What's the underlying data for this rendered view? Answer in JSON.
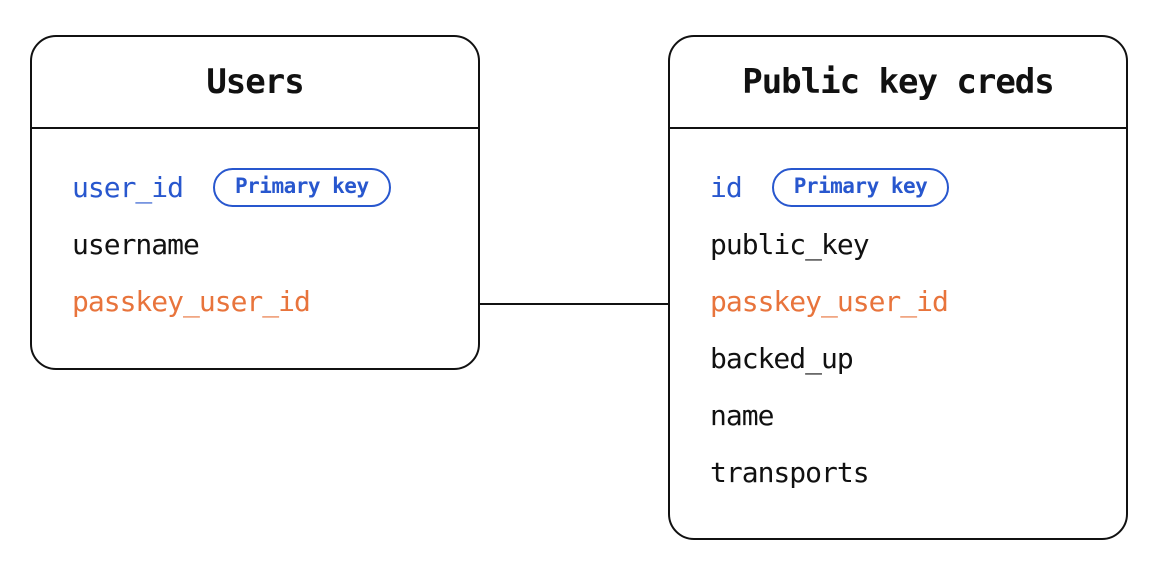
{
  "diagram": {
    "background_color": "#ffffff",
    "stroke_color": "#111111",
    "primary_key_color": "#2857ce",
    "foreign_key_color": "#e8743c",
    "tables": [
      {
        "title": "Users",
        "fields": [
          {
            "name": "user_id",
            "badge": "Primary key",
            "role": "primary-key"
          },
          {
            "name": "username",
            "role": "normal"
          },
          {
            "name": "passkey_user_id",
            "role": "foreign-key"
          }
        ]
      },
      {
        "title": "Public key creds",
        "fields": [
          {
            "name": "id",
            "badge": "Primary key",
            "role": "primary-key"
          },
          {
            "name": "public_key",
            "role": "normal"
          },
          {
            "name": "passkey_user_id",
            "role": "foreign-key"
          },
          {
            "name": "backed_up",
            "role": "normal"
          },
          {
            "name": "name",
            "role": "normal"
          },
          {
            "name": "transports",
            "role": "normal"
          }
        ]
      }
    ],
    "connector": {
      "from_field": "passkey_user_id",
      "to_field": "passkey_user_id"
    }
  }
}
